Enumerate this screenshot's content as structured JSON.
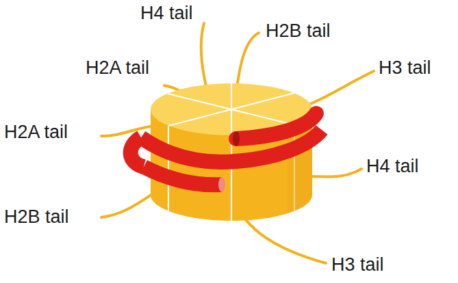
{
  "diagram": {
    "labels": [
      "H4 tail",
      "H2B tail",
      "H2A tail",
      "H3 tail",
      "H2A tail",
      "H4 tail",
      "H2B tail",
      "H3 tail"
    ]
  }
}
